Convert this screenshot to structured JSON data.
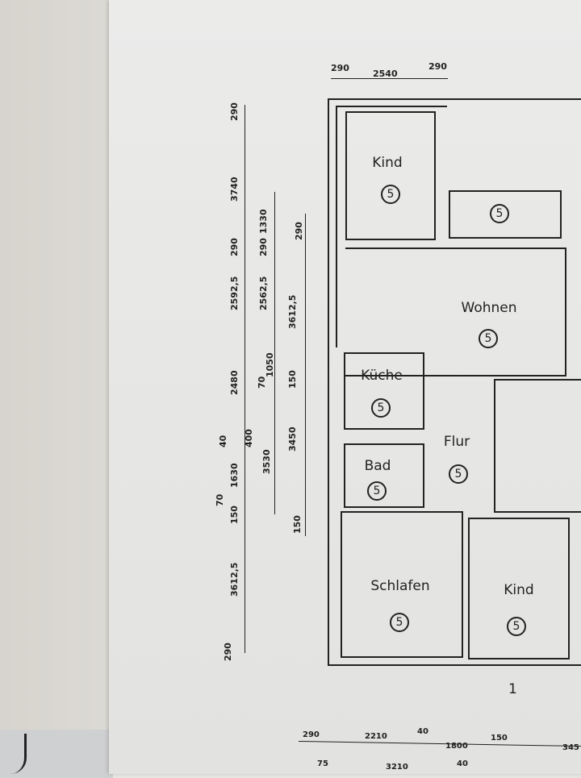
{
  "plan": {
    "rooms": [
      {
        "name": "Kind",
        "code": "5"
      },
      {
        "name": "",
        "code": "5"
      },
      {
        "name": "Wohnen",
        "code": "5"
      },
      {
        "name": "Küche",
        "code": "5"
      },
      {
        "name": "Flur",
        "code": "5"
      },
      {
        "name": "Bad",
        "code": "5"
      },
      {
        "name": "Schlafen",
        "code": "5"
      },
      {
        "name": "Kind",
        "code": "5"
      }
    ],
    "unit_number": "1"
  },
  "dimensions": {
    "top": [
      "290",
      "2540",
      "290"
    ],
    "left_col1": [
      "290",
      "3740",
      "290",
      "2592,5",
      "2480",
      "400",
      "40",
      "1630",
      "70",
      "150",
      "3612,5",
      "290"
    ],
    "left_col2": [
      "1330",
      "290",
      "2562,5",
      "1050",
      "70",
      "3530"
    ],
    "left_col3": [
      "290",
      "3612,5",
      "150",
      "3450",
      "150"
    ],
    "bottom_row1": [
      "290",
      "2210",
      "40",
      "1800",
      "150",
      "345"
    ],
    "bottom_row2": [
      "75",
      "3210",
      "40"
    ]
  }
}
